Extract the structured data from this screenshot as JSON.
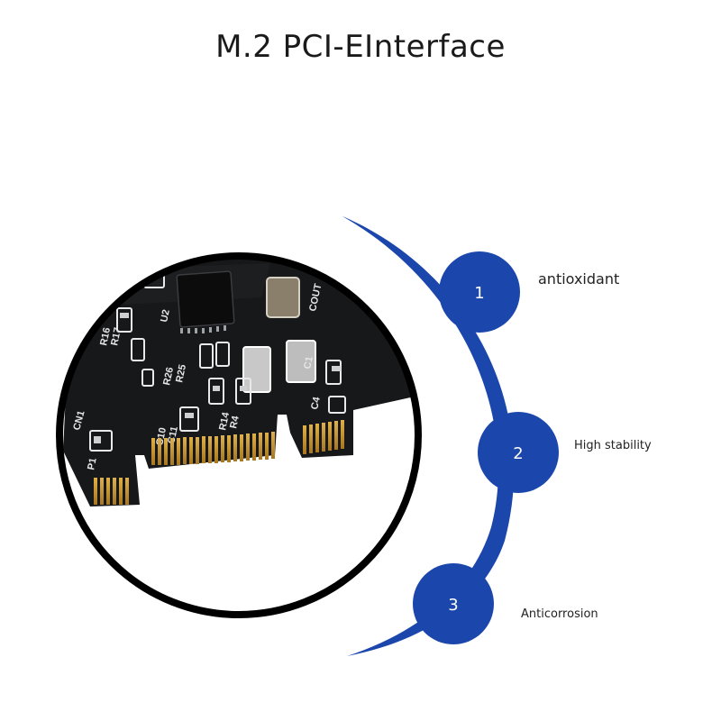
{
  "title": "M.2 PCI-EInterface",
  "colors": {
    "accent": "#1b47ad",
    "pcb": "#17181a",
    "gold": "#c9952f",
    "ring": "#000000"
  },
  "features": [
    {
      "number": "1",
      "label": "antioxidant"
    },
    {
      "number": "2",
      "label": "High stability"
    },
    {
      "number": "3",
      "label": "Anticorrosion"
    }
  ],
  "board_labels": {
    "cn1": "CN1",
    "p1": "P1",
    "r17": "R17",
    "r16": "R16",
    "u2": "U2",
    "r26": "R26",
    "r25": "R25",
    "r14": "R14",
    "r4": "R4",
    "c10": "C10",
    "c11": "C11",
    "c4": "C4",
    "c1": "C1",
    "cout": "COUT"
  }
}
